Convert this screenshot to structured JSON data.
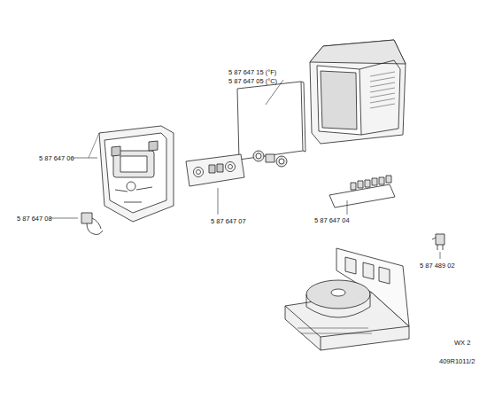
{
  "diagram": {
    "labels": [
      "5 87 647 15 (°F)",
      "5 87 647 05 (°C)",
      "5 87 647 06",
      "5 87 647 08",
      "5 87 647 07",
      "5 87 647 04",
      "5 87 489 02",
      "WX 2",
      "409R1011/2"
    ]
  }
}
